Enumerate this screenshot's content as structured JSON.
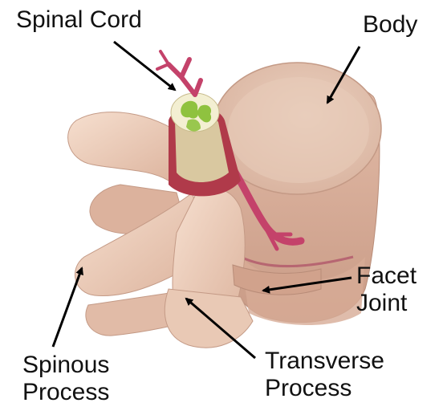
{
  "labels": {
    "spinal_cord": "Spinal Cord",
    "body": "Body",
    "facet_joint_line1": "Facet",
    "facet_joint_line2": "Joint",
    "spinous_process_line1": "Spinous",
    "spinous_process_line2": "Process",
    "transverse_process_line1": "Transverse",
    "transverse_process_line2": "Process"
  },
  "colors": {
    "bone": "#f0d2bf",
    "bone_shadow": "#d8ae98",
    "body_top": "#e6c2ae",
    "cord_white": "#f3efd2",
    "cord_grey": "#8fc23f",
    "nerve": "#c4426a",
    "canal": "#b03a4a",
    "arrow": "#000000"
  }
}
